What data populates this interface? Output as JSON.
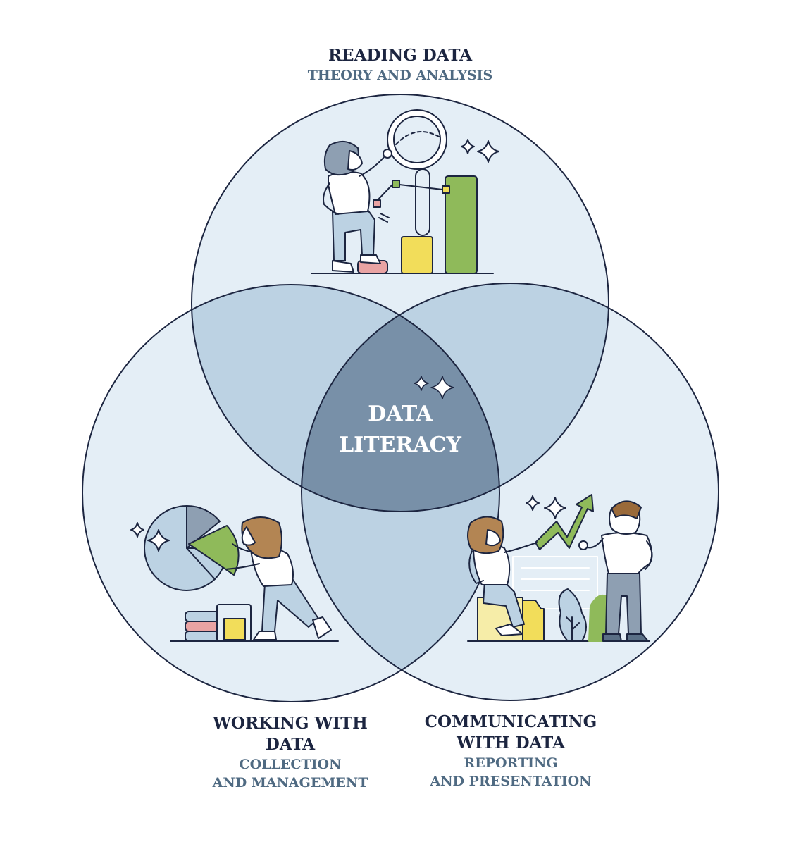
{
  "center_label": {
    "line1": "DATA",
    "line2": "LITERACY"
  },
  "top_section": {
    "title": "READING DATA",
    "subtitle": "THEORY AND ANALYSIS"
  },
  "left_section": {
    "title_line1": "WORKING WITH",
    "title_line2": "DATA",
    "subtitle_line1": "COLLECTION",
    "subtitle_line2": "AND MANAGEMENT"
  },
  "right_section": {
    "title_line1": "COMMUNICATING",
    "title_line2": "WITH DATA",
    "subtitle_line1": "REPORTING",
    "subtitle_line2": "AND PRESENTATION"
  },
  "colors": {
    "circle_fill": "#e4eef6",
    "pair_overlap": "#bcd2e3",
    "center_overlap": "#7890a8",
    "outline": "#1c2540",
    "title": "#1c2540",
    "subtitle": "#4f6a82",
    "green": "#8fba5a",
    "yellow": "#f2dd5a",
    "pink": "#e9a3a3",
    "hair": "#9a6a3a"
  },
  "icons": [
    "sparkle-icon",
    "magnifier-icon",
    "bar-chart-icon",
    "pie-chart-icon",
    "trend-arrow-icon",
    "document-stack-icon",
    "folder-icon",
    "plant-icon"
  ]
}
